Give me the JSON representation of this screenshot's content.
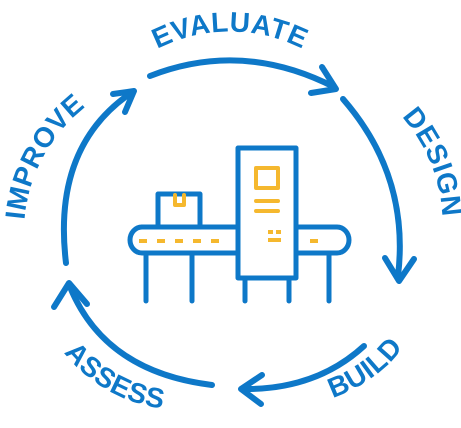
{
  "colors": {
    "accent_blue": "#0e78c8",
    "accent_yellow": "#f5b82e",
    "background": "#ffffff"
  },
  "cycle": {
    "stages": [
      {
        "key": "evaluate",
        "label": "EVALUATE"
      },
      {
        "key": "design",
        "label": "DESIGN"
      },
      {
        "key": "build",
        "label": "BUILD"
      },
      {
        "key": "assess",
        "label": "ASSESS"
      },
      {
        "key": "improve",
        "label": "IMPROVE"
      }
    ]
  },
  "illustration": {
    "icon": "conveyor-machine-icon"
  }
}
